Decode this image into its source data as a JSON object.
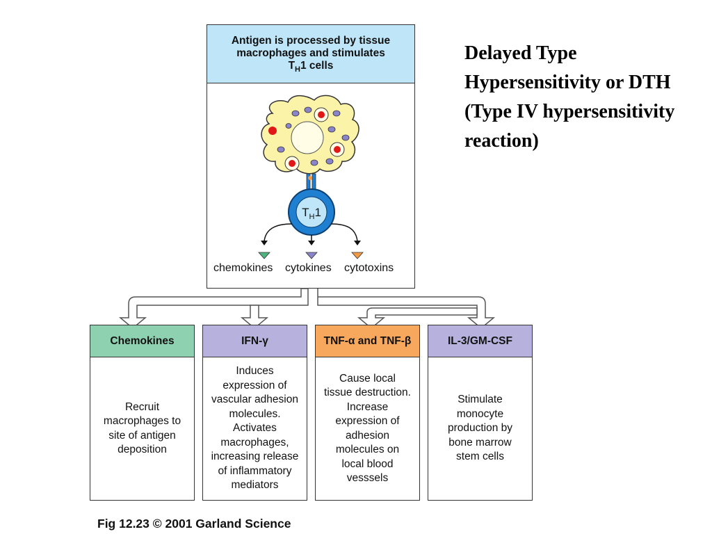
{
  "title": "Delayed Type Hypersensitivity or DTH (Type IV hypersensitivity reaction)",
  "top_box": {
    "line1": "Antigen is processed by tissue",
    "line2": "macrophages and stimulates",
    "line3_main": "T",
    "line3_sub": "H",
    "line3_rest": "1 cells"
  },
  "cell_label": {
    "main": "T",
    "sub": "H",
    "rest": "1"
  },
  "outputs": [
    "chemokines",
    "cytokines",
    "cytotoxins"
  ],
  "boxes": [
    {
      "header": "Chemokines",
      "color": "#8ed1b0",
      "body": "Recruit\nmacrophages to\nsite of antigen\ndeposition"
    },
    {
      "header": "IFN-γ",
      "color": "#b7b2dd",
      "body": "Induces\nexpression of\nvascular adhesion\nmolecules.\nActivates\nmacrophages,\nincreasing release\nof inflammatory\nmediators"
    },
    {
      "header": "TNF-α and TNF-β",
      "color": "#f8a85c",
      "body": "Cause local\ntissue destruction.\nIncrease\nexpression of\nadhesion\nmolecules on\nlocal blood\nvesssels"
    },
    {
      "header": "IL-3/GM-CSF",
      "color": "#b7b2dd",
      "body": "Stimulate\nmonocyte\nproduction by\nbone marrow\nstem cells"
    }
  ],
  "caption": "Fig 12.23  © 2001 Garland Science",
  "colors": {
    "header_blue": "#bfe6f8",
    "macrophage": "#fbf3a8",
    "tcell": "#1f7fd0",
    "green": "#4fb57f",
    "purple": "#8a84c9",
    "orange": "#f39a44"
  }
}
